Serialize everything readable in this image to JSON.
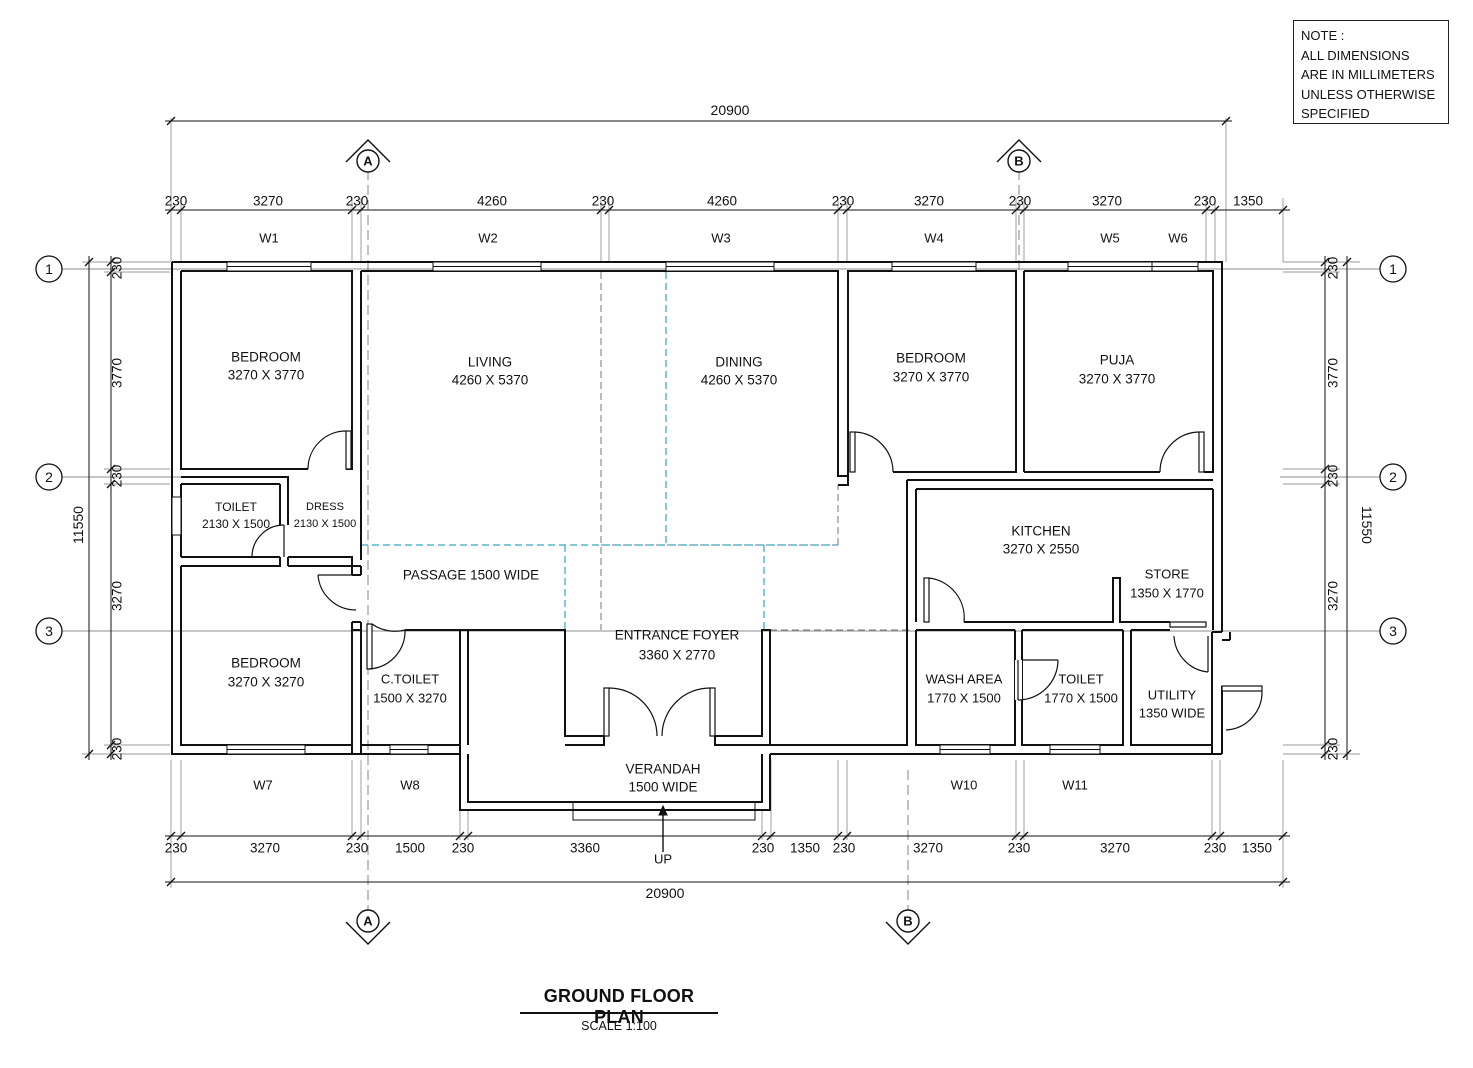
{
  "note": {
    "lines": [
      "NOTE :",
      "ALL DIMENSIONS",
      "ARE IN MILLIMETERS",
      "UNLESS OTHERWISE",
      "SPECIFIED"
    ]
  },
  "title": "GROUND FLOOR PLAN",
  "scale": "SCALE    1:100",
  "overall_top": "20900",
  "overall_bottom": "20900",
  "overall_left": "11550",
  "overall_right": "11550",
  "dims_top": [
    "230",
    "3270",
    "230",
    "4260",
    "230",
    "4260",
    "230",
    "3270",
    "230",
    "3270",
    "230",
    "1350"
  ],
  "dims_bottom": [
    "230",
    "3270",
    "230",
    "1500",
    "230",
    "3360",
    "230",
    "1350",
    "230",
    "3270",
    "230",
    "3270",
    "230",
    "1350"
  ],
  "dims_side": [
    "230",
    "3770",
    "230",
    "3270",
    "230"
  ],
  "grid_rows": [
    "1",
    "2",
    "3"
  ],
  "section_marks": [
    "A",
    "B"
  ],
  "windows_top": [
    "W1",
    "W2",
    "W3",
    "W4",
    "W5",
    "W6"
  ],
  "windows_bottom": [
    "W7",
    "W8",
    "W10",
    "W11"
  ],
  "rooms": [
    {
      "name": "BEDROOM",
      "size": "3270 X 3770"
    },
    {
      "name": "LIVING",
      "size": "4260 X 5370"
    },
    {
      "name": "DINING",
      "size": "4260 X 5370"
    },
    {
      "name": "BEDROOM",
      "size": "3270 X 3770"
    },
    {
      "name": "PUJA",
      "size": "3270 X 3770"
    },
    {
      "name": "TOILET",
      "size": "2130 X 1500"
    },
    {
      "name": "DRESS",
      "size": "2130 X 1500"
    },
    {
      "name": "KITCHEN",
      "size": "3270 X 2550"
    },
    {
      "name": "STORE",
      "size": "1350 X 1770"
    },
    {
      "name": "PASSAGE 1500 WIDE",
      "size": ""
    },
    {
      "name": "ENTRANCE FOYER",
      "size": "3360 X 2770"
    },
    {
      "name": "BEDROOM",
      "size": "3270 X 3270"
    },
    {
      "name": "C.TOILET",
      "size": "1500 X 3270"
    },
    {
      "name": "WASH AREA",
      "size": "1770 X 1500"
    },
    {
      "name": "TOILET",
      "size": "1770 X 1500"
    },
    {
      "name": "UTILITY",
      "size": "1350 WIDE"
    },
    {
      "name": "VERANDAH",
      "size": "1500 WIDE"
    }
  ],
  "up_label": "UP"
}
